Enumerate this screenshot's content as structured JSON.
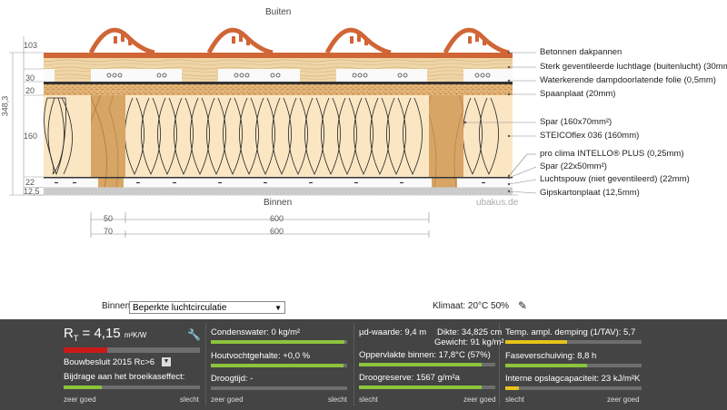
{
  "diagram": {
    "outside_label": "Buiten",
    "inside_label": "Binnen",
    "watermark": "ubakus.de",
    "layer_dims": [
      "103",
      "30",
      "20",
      "160",
      "22",
      "12,5"
    ],
    "total_dim": "348,3",
    "layers": [
      "Betonnen dakpannen",
      "Sterk geventileerde luchtlage (buitenlucht) (30mm)",
      "Waterkerende dampdoorlatende folie (0,5mm)",
      "Spaanplaat (20mm)",
      "Spar (160x70mm²)",
      "STEICOflex 036 (160mm)",
      "pro clima INTELLO® PLUS (0,25mm)",
      "Spar (22x50mm²)",
      "Luchtspouw (niet geventileerd) (22mm)",
      "Gipskartonplaat (12,5mm)"
    ],
    "bottom_dims": {
      "d1": "50",
      "d2": "600",
      "d3": "70",
      "d4": "600"
    }
  },
  "controls": {
    "inside_label": "Binnen:",
    "select_value": "Beperkte luchtcirculatie",
    "climate": "Klimaat: 20°C 50%"
  },
  "panel": {
    "rt_prefix": "R",
    "rt_sub": "T",
    "rt_eq": " = 4,15",
    "rt_unit": "m²K/W",
    "standard": "Bouwbesluit 2015 Rc>6",
    "greenhouse": "Bijdrage aan het broeikaseffect:",
    "good": "zeer goed",
    "bad": "slecht",
    "condensation": "Condenswater: 0 kg/m²",
    "wood_moisture": "Houtvochtgehalte: +0,0 %",
    "drying": "Droogtijd: -",
    "sd": "µd-waarde: 9,4 m",
    "thickness": "Dikte: 34,825 cm",
    "weight": "Gewicht: 91 kg/m²",
    "surface_temp": "Oppervlakte binnen: 17,8°C (57%)",
    "dry_reserve": "Droogreserve: 1567 g/m²a",
    "temp_damping": "Temp. ampl. demping (1/TAV): 5,7",
    "phase_shift": "Faseverschuiving: 8,8 h",
    "heat_capacity": "Interne opslagcapaciteit: 23 kJ/m²K",
    "levels": {
      "rt": 0.32,
      "greenhouse": 0.28,
      "condensation": 0.98,
      "wood_moisture": 0.97,
      "drying": 0.0,
      "surface_temp": 0.9,
      "dry_reserve": 0.9,
      "temp_damping": 0.45,
      "phase_shift": 0.6,
      "heat_capacity": 0.1
    },
    "colors": {
      "red": "#cc1a1a",
      "green": "#8cc43c",
      "yellow": "#e8c21a"
    }
  }
}
